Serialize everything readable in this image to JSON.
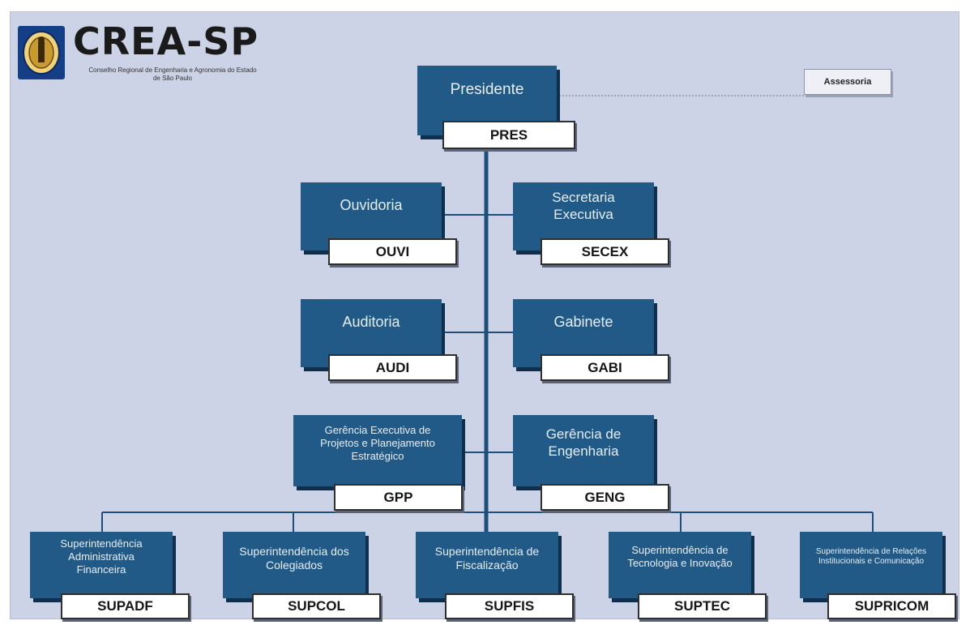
{
  "logo": {
    "title": "CREA-SP",
    "subtitle": "Conselho Regional de Engenharia e Agronomia do Estado de São Paulo"
  },
  "assessoria": "Assessoria",
  "boxes": {
    "pres": {
      "name": "Presidente",
      "code": "PRES"
    },
    "ouvi": {
      "name": "Ouvidoria",
      "code": "OUVI"
    },
    "secex": {
      "name": "Secretaria Executiva",
      "code": "SECEX"
    },
    "audi": {
      "name": "Auditoria",
      "code": "AUDI"
    },
    "gabi": {
      "name": "Gabinete",
      "code": "GABI"
    },
    "gpp": {
      "name": "Gerência Executiva de Projetos e Planejamento Estratégico",
      "code": "GPP"
    },
    "geng": {
      "name": "Gerência de Engenharia",
      "code": "GENG"
    },
    "supadf": {
      "name": "Superintendência Administrativa Financeira",
      "code": "SUPADF"
    },
    "supcol": {
      "name": "Superintendência dos Colegiados",
      "code": "SUPCOL"
    },
    "supfis": {
      "name": "Superintendência de Fiscalização",
      "code": "SUPFIS"
    },
    "suptec": {
      "name": "Superintendência de Tecnologia e Inovação",
      "code": "SUPTEC"
    },
    "supricom": {
      "name": "Superintendência de Relações Institucionais e Comunicação",
      "code": "SUPRICOM"
    }
  },
  "colors": {
    "box": "#215a87",
    "shadow": "#0f2f4c",
    "background": "#cdd3e6",
    "line": "#1d4f7a"
  }
}
